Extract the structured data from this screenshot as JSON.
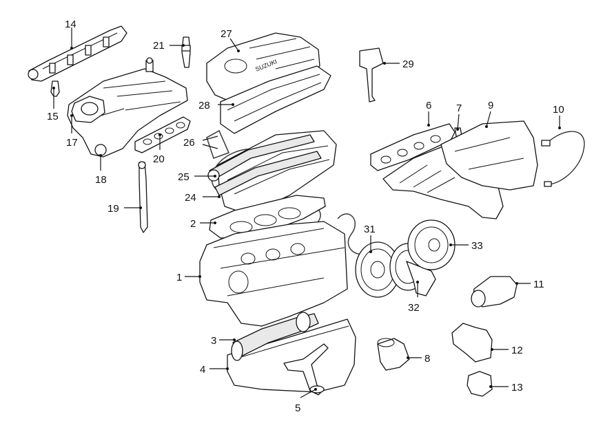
{
  "diagram": {
    "cover_brand": "SUZUKI",
    "labels": {
      "p1": "1",
      "p2": "2",
      "p3": "3",
      "p4": "4",
      "p5": "5",
      "p6": "6",
      "p7": "7",
      "p8": "8",
      "p9": "9",
      "p10": "10",
      "p11": "11",
      "p12": "12",
      "p13": "13",
      "p14": "14",
      "p15": "15",
      "p17": "17",
      "p18": "18",
      "p19": "19",
      "p20": "20",
      "p21": "21",
      "p24": "24",
      "p25": "25",
      "p26": "26",
      "p27": "27",
      "p28": "28",
      "p29": "29",
      "p31": "31",
      "p32": "32",
      "p33": "33"
    }
  }
}
